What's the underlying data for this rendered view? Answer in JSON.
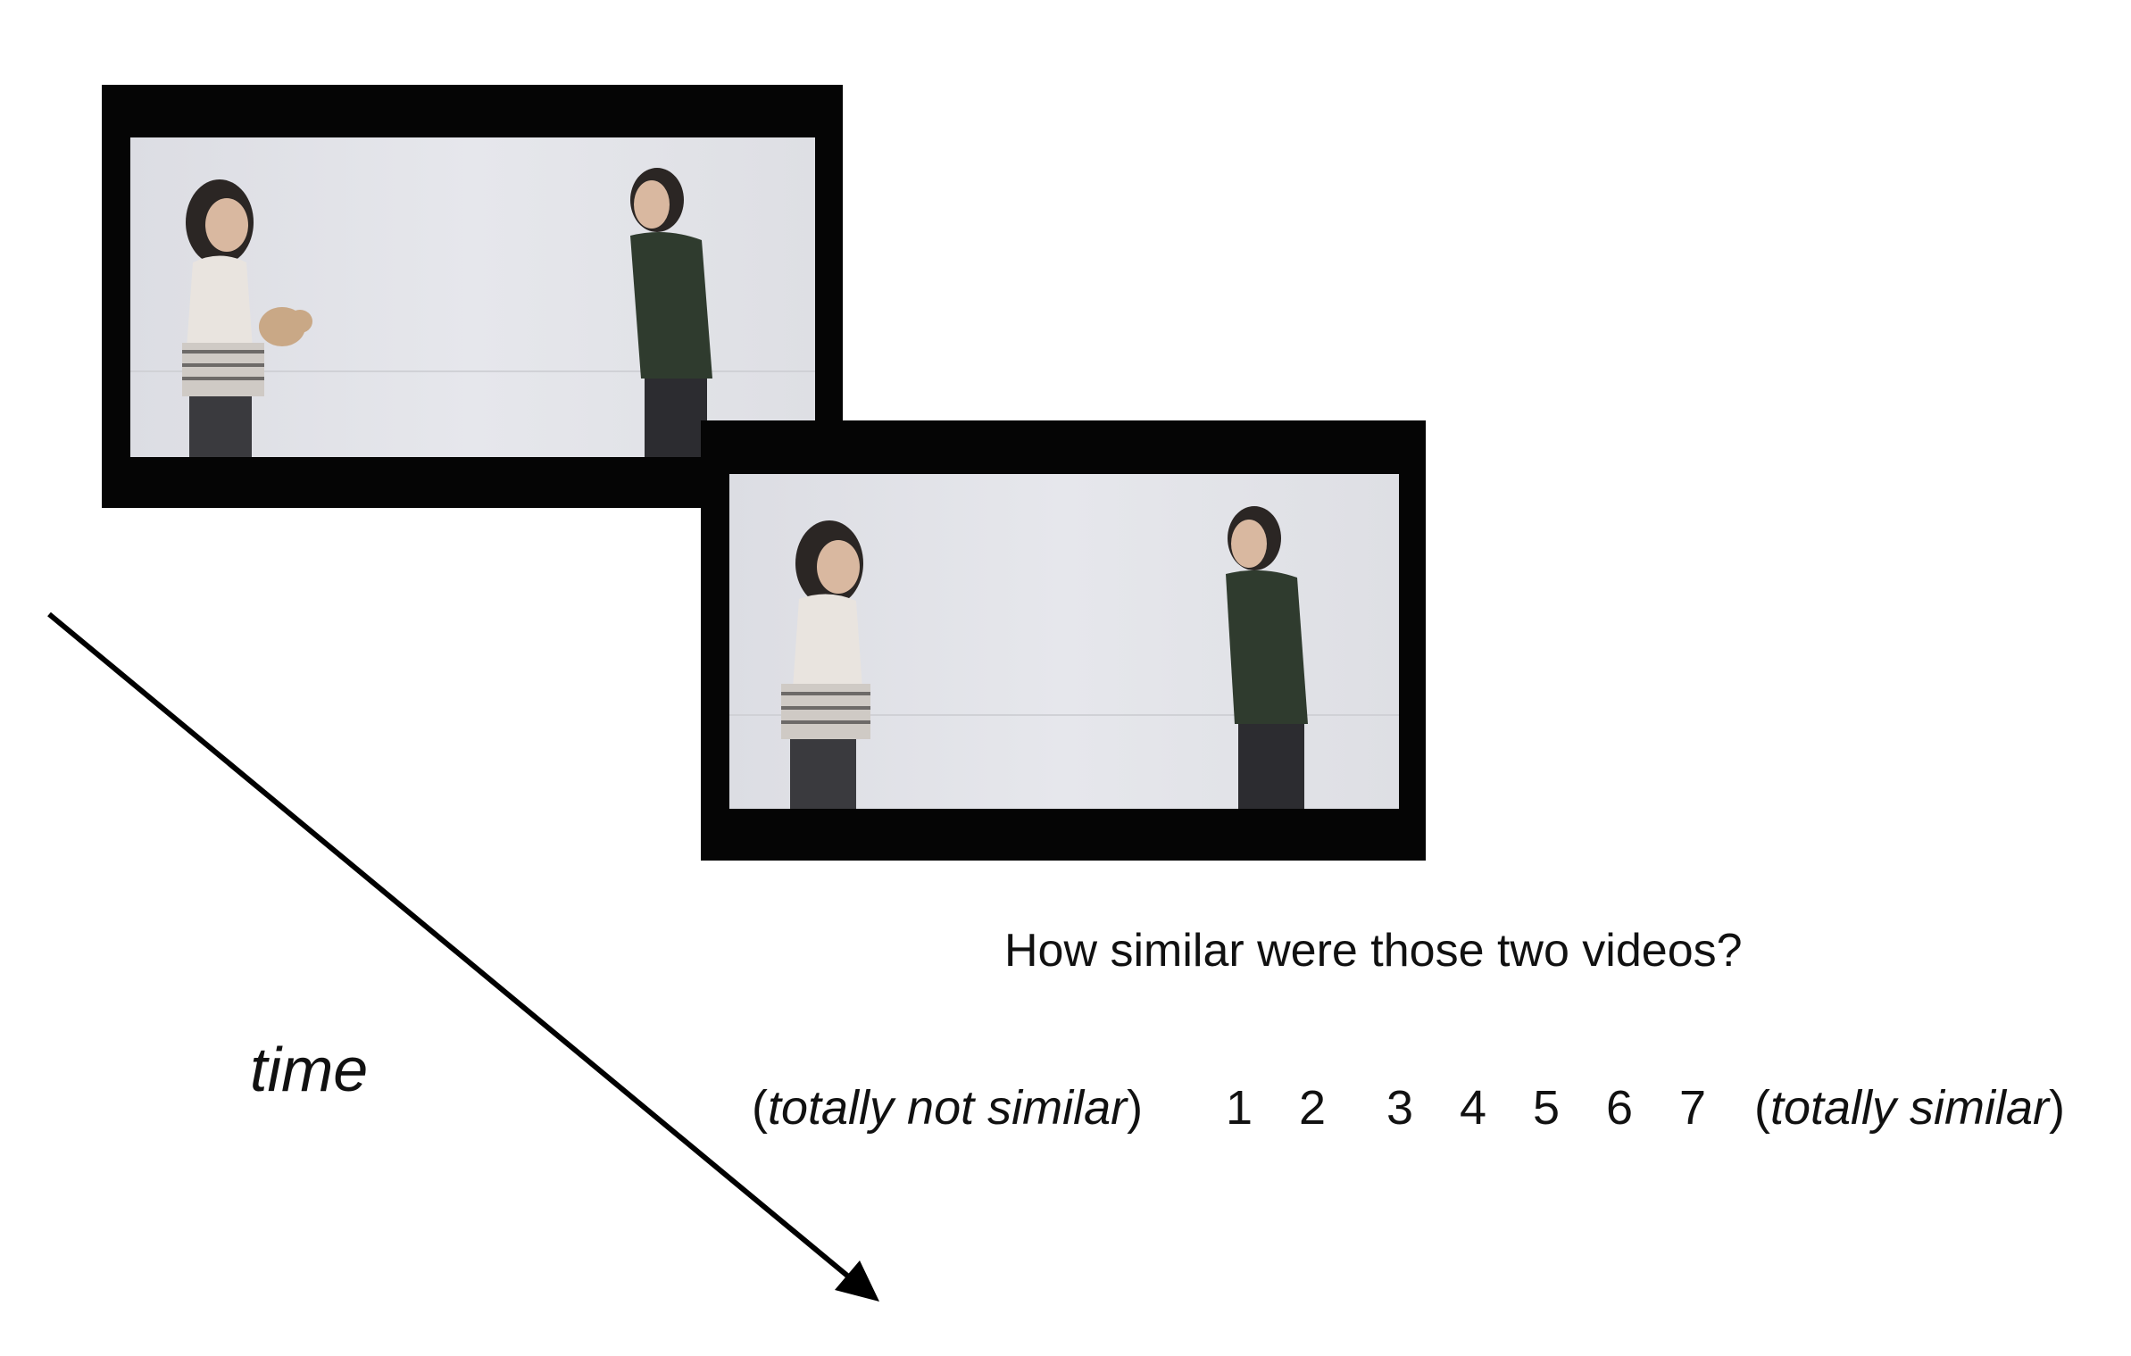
{
  "prompt": {
    "question": "How similar were those two videos?",
    "scale_left_open": "(",
    "scale_left_label": "totally not similar",
    "scale_left_close": ")",
    "scale_numbers": [
      "1",
      "2",
      "3",
      "4",
      "5",
      "6",
      "7"
    ],
    "scale_right_open": "(",
    "scale_right_label": "totally similar",
    "scale_right_close": ")"
  },
  "timeline": {
    "label": "time"
  },
  "colors": {
    "frame": "#050505",
    "background": "#ffffff",
    "text": "#111111"
  }
}
